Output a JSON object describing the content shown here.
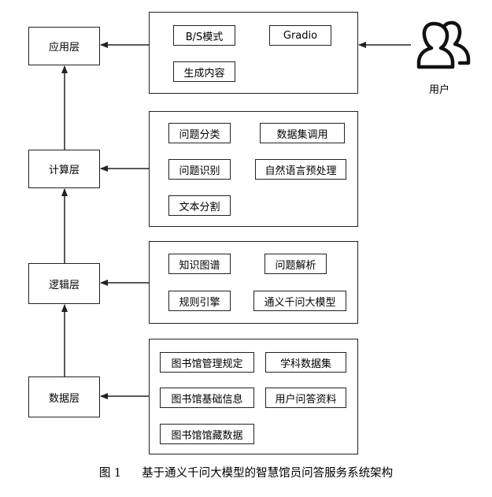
{
  "layers": [
    {
      "id": "app",
      "label": "应用层"
    },
    {
      "id": "compute",
      "label": "计算层"
    },
    {
      "id": "logic",
      "label": "逻辑层"
    },
    {
      "id": "data",
      "label": "数据层"
    }
  ],
  "groups": {
    "app": {
      "items": [
        "B/S模式",
        "Gradio",
        "生成内容"
      ]
    },
    "compute": {
      "items": [
        "问题分类",
        "数据集调用",
        "问题识别",
        "自然语言预处理",
        "文本分割"
      ]
    },
    "logic": {
      "items": [
        "知识图谱",
        "问题解析",
        "规则引擎",
        "通义千问大模型"
      ]
    },
    "data": {
      "items": [
        "图书馆管理规定",
        "学科数据集",
        "图书馆基础信息",
        "用户问答资料",
        "图书馆馆藏数据"
      ]
    }
  },
  "user": {
    "label": "用户",
    "icon": "users-icon"
  },
  "caption": {
    "figure_no": "图 1",
    "title": "基于通义千问大模型的智慧馆员问答服务系统架构"
  },
  "colors": {
    "line": "#222222",
    "background": "#ffffff"
  }
}
